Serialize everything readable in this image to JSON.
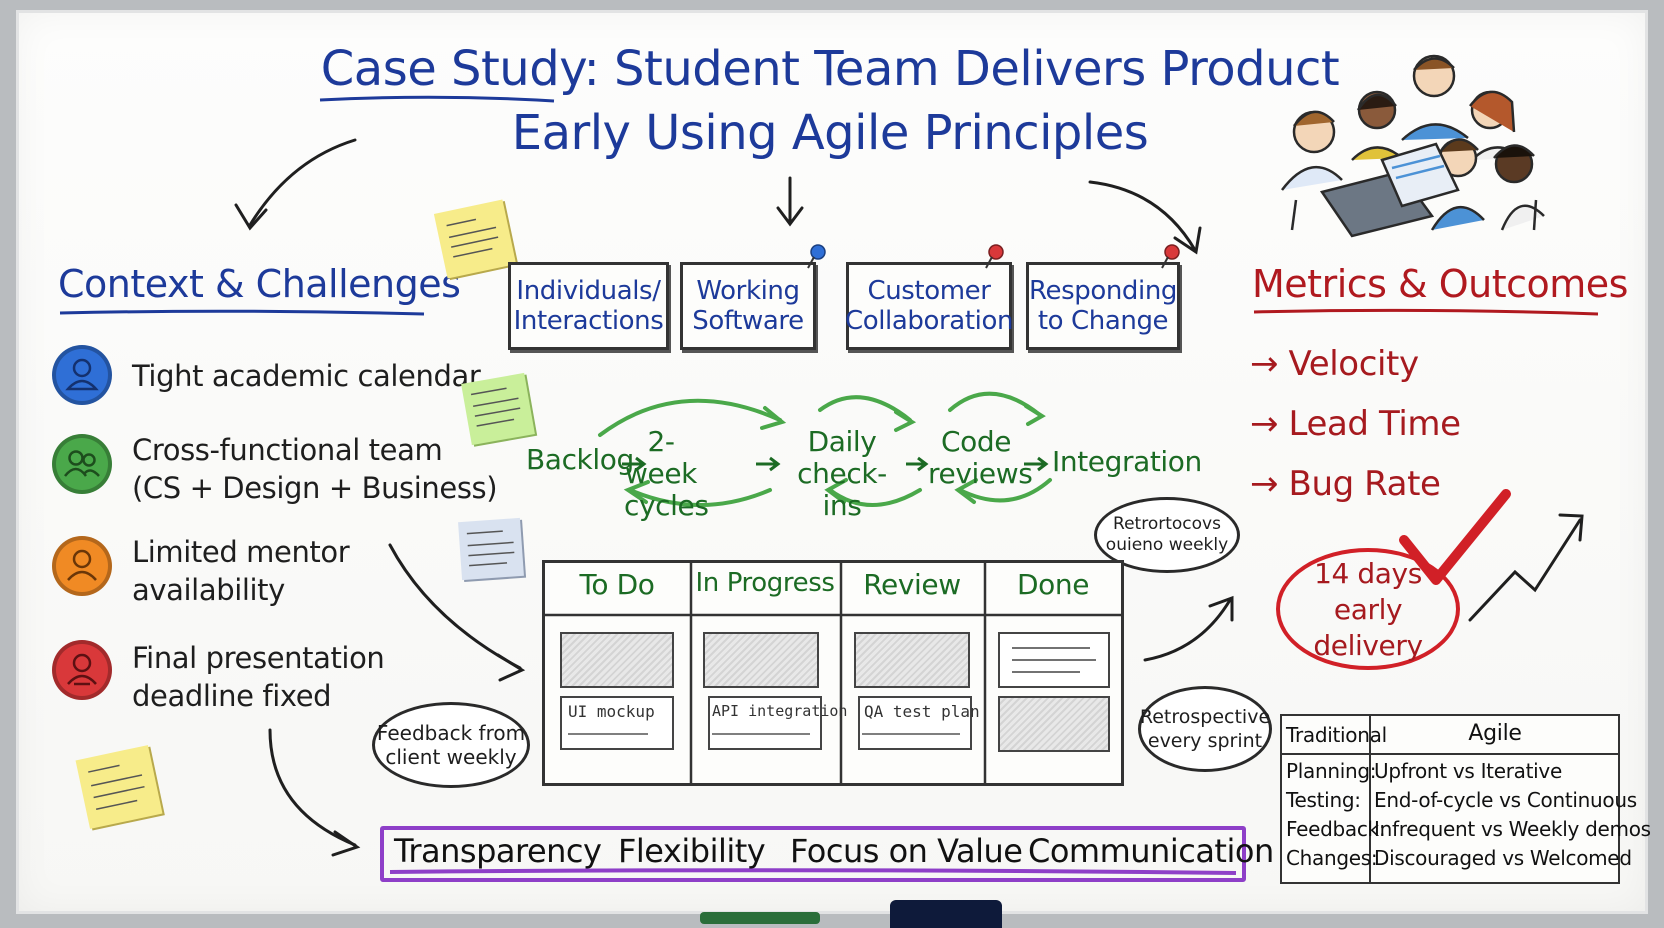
{
  "title": {
    "line1": "Case Study: Student Team Delivers Product",
    "line2": "Early Using Agile Principles"
  },
  "context": {
    "heading": "Context & Challenges",
    "items": [
      {
        "line1": "Tight academic calendar",
        "line2": "",
        "color": "#2f6fd6",
        "icon": "person-icon"
      },
      {
        "line1": "Cross-functional team",
        "line2": "(CS + Design + Business)",
        "color": "#4aa84a",
        "icon": "people-icon"
      },
      {
        "line1": "Limited mentor",
        "line2": "availability",
        "color": "#f08a24",
        "icon": "person-icon"
      },
      {
        "line1": "Final presentation",
        "line2": "deadline fixed",
        "color": "#d9383a",
        "icon": "presenter-icon"
      }
    ]
  },
  "values": [
    {
      "line1": "Individuals/",
      "line2": "Interactions"
    },
    {
      "line1": "Working",
      "line2": "Software"
    },
    {
      "line1": "Customer",
      "line2": "Collaboration"
    },
    {
      "line1": "Responding",
      "line2": "to Change"
    }
  ],
  "flow": {
    "backlog": "Backlog",
    "cycles_1": "2-week",
    "cycles_2": "cycles",
    "daily_1": "Daily",
    "daily_2": "check-ins",
    "code_1": "Code",
    "code_2": "reviews",
    "integration": "Integration"
  },
  "bubbles": {
    "retro_weekly_1": "Retrortocovs",
    "retro_weekly_2": "ouieno weekly",
    "feedback_1": "Feedback from",
    "feedback_2": "client weekly",
    "retro_sprint_1": "Retrospective",
    "retro_sprint_2": "every sprint"
  },
  "kanban": {
    "columns": [
      "To Do",
      "In Progress",
      "Review",
      "Done"
    ],
    "cards": [
      "UI mockup",
      "API integration",
      "QA test plan"
    ]
  },
  "principles": [
    "Transparency",
    "Flexibility",
    "Focus on Value",
    "Communication"
  ],
  "metrics": {
    "heading": "Metrics & Outcomes",
    "items": [
      "Velocity",
      "Lead Time",
      "Bug Rate"
    ],
    "arrow": "→",
    "result_1": "14 days",
    "result_2": "early delivery"
  },
  "comparison": {
    "header_left": "Traditional",
    "header_right": "Agile",
    "rows": [
      {
        "label": "Planning:",
        "value": "Upfront vs Iterative"
      },
      {
        "label": "Testing:",
        "value": "End-of-cycle vs Continuous"
      },
      {
        "label": "Feedback:",
        "value": "Infrequent vs Weekly demos"
      },
      {
        "label": "Changes:",
        "value": "Discouraged vs Welcomed"
      }
    ]
  },
  "colors": {
    "title_blue": "#1d3a9a",
    "metrics_red": "#b0191f",
    "flow_green": "#1c6b24",
    "principles_purple": "#8e3fc8",
    "sticky_yellow": "#f7ec8a",
    "sticky_green": "#c9ef9a",
    "sticky_blue": "#d9e2f0"
  }
}
